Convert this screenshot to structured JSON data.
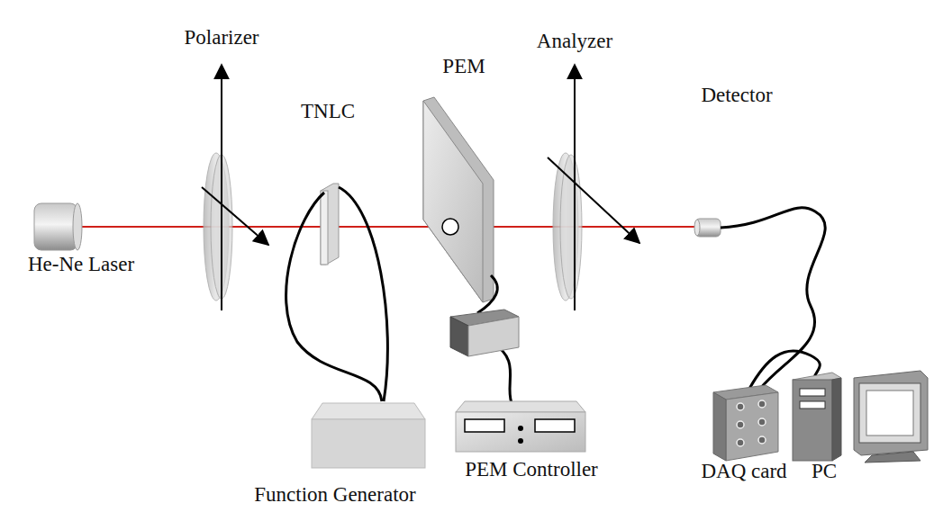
{
  "diagram": {
    "labels": [
      "Polarizer",
      "TNLC",
      "PEM",
      "Analyzer",
      "Detector",
      "He-Ne Laser",
      "PEM Controller",
      "DAQ card",
      "PC",
      "Function Generator"
    ]
  }
}
